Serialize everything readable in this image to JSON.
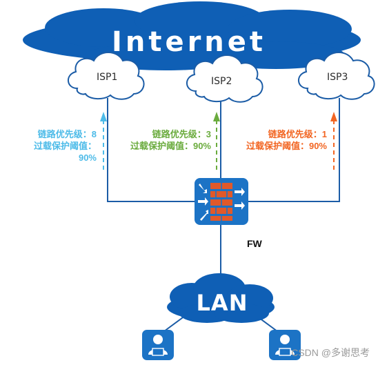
{
  "diagram": {
    "top_cut_text": "",
    "internet_label": "Internet",
    "isps": [
      {
        "name": "ISP1",
        "priority_label": "链路优先级：8",
        "overload_label": "过载保护阈值：90%",
        "color": "#4dbbe8"
      },
      {
        "name": "ISP2",
        "priority_label": "链路优先级：3",
        "overload_label": "过载保护阈值：90%",
        "color": "#6aab3d"
      },
      {
        "name": "ISP3",
        "priority_label": "链路优先级：1",
        "overload_label": "过载保护阈值：90%",
        "color": "#f26522"
      }
    ],
    "firewall_label": "FW",
    "lan_label": "LAN",
    "watermark": "CSDN @多谢思考",
    "colors": {
      "cloud_blue": "#0f5fb5",
      "line_blue": "#1b5ca6",
      "firewall_bg": "#1c73c5",
      "brick": "#e0592a"
    }
  }
}
